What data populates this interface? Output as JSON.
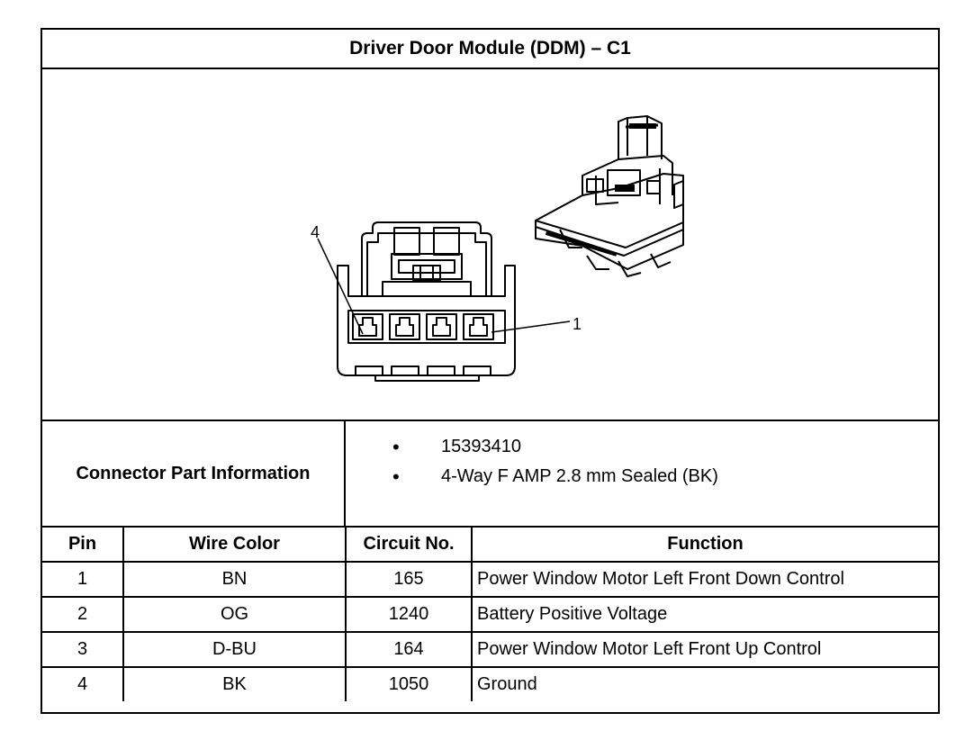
{
  "title": "Driver Door Module (DDM) – C1",
  "figure": {
    "callouts": [
      "4",
      "1"
    ]
  },
  "connector_part_information": {
    "label": "Connector Part Information",
    "items": [
      "15393410",
      "4-Way F AMP 2.8 mm Sealed (BK)"
    ]
  },
  "pin_table": {
    "headers": [
      "Pin",
      "Wire Color",
      "Circuit No.",
      "Function"
    ],
    "rows": [
      [
        "1",
        "BN",
        "165",
        "Power Window Motor Left Front Down Control"
      ],
      [
        "2",
        "OG",
        "1240",
        "Battery Positive Voltage"
      ],
      [
        "3",
        "D-BU",
        "164",
        "Power Window Motor Left Front Up Control"
      ],
      [
        "4",
        "BK",
        "1050",
        "Ground"
      ]
    ]
  }
}
